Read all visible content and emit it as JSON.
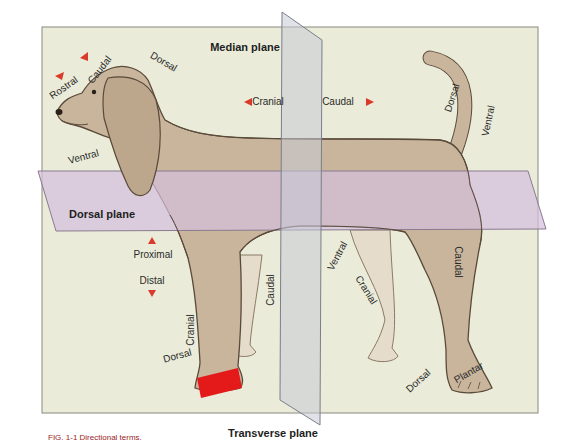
{
  "diagram": {
    "caption": "FIG. 1-1 Directional terms.",
    "labels": [
      "Median plane",
      "Rostral",
      "Caudal",
      "Dorsal",
      "Cranial",
      "Caudal",
      "Ventral",
      "Dorsal",
      "Ventral",
      "Dorsal plane",
      "Proximal",
      "Distal",
      "Ventral",
      "Cranial",
      "Caudal",
      "Cranial",
      "Caudal",
      "Dorsal",
      "Dorsal",
      "Plantar",
      "Transverse plane"
    ]
  }
}
